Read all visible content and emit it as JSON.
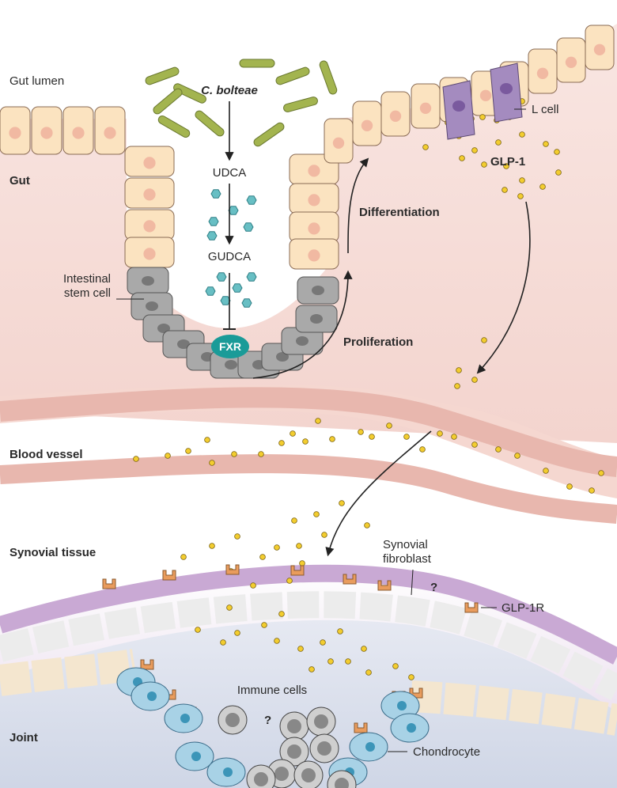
{
  "labels": {
    "gut_lumen": "Gut lumen",
    "gut": "Gut",
    "bacteria": "C. bolteae",
    "udca": "UDCA",
    "gudca": "GUDCA",
    "fxr": "FXR",
    "stem_cell": "Intestinal stem cell",
    "differentiation": "Differentiation",
    "proliferation": "Proliferation",
    "l_cell": "L cell",
    "glp1": "GLP-1",
    "blood_vessel": "Blood vessel",
    "synovial_tissue": "Synovial tissue",
    "synovial_fibroblast": "Synovial fibroblast",
    "question_mark": "?",
    "glp1r": "GLP-1R",
    "immune_cells": "Immune cells",
    "joint": "Joint",
    "chondrocyte": "Chondrocyte"
  },
  "colors": {
    "gut_tissue": "#f6dcd6",
    "epithelial_cell": "#fbe3c0",
    "nucleus": "#f1b9a2",
    "stem_cell": "#9b9b9b",
    "l_cell": "#a48bbf",
    "glp1_dot": "#f3cd2f",
    "bacteria": "#a3b44f",
    "bile_acid": "#68bfc4",
    "fxr": "#1a9b98",
    "vessel": "#f1c9c3",
    "synovial": "#c7a8d2",
    "joint_fluid": "#d7dfec",
    "chondrocyte": "#a8d2e6",
    "receptor": "#e99c5d"
  }
}
